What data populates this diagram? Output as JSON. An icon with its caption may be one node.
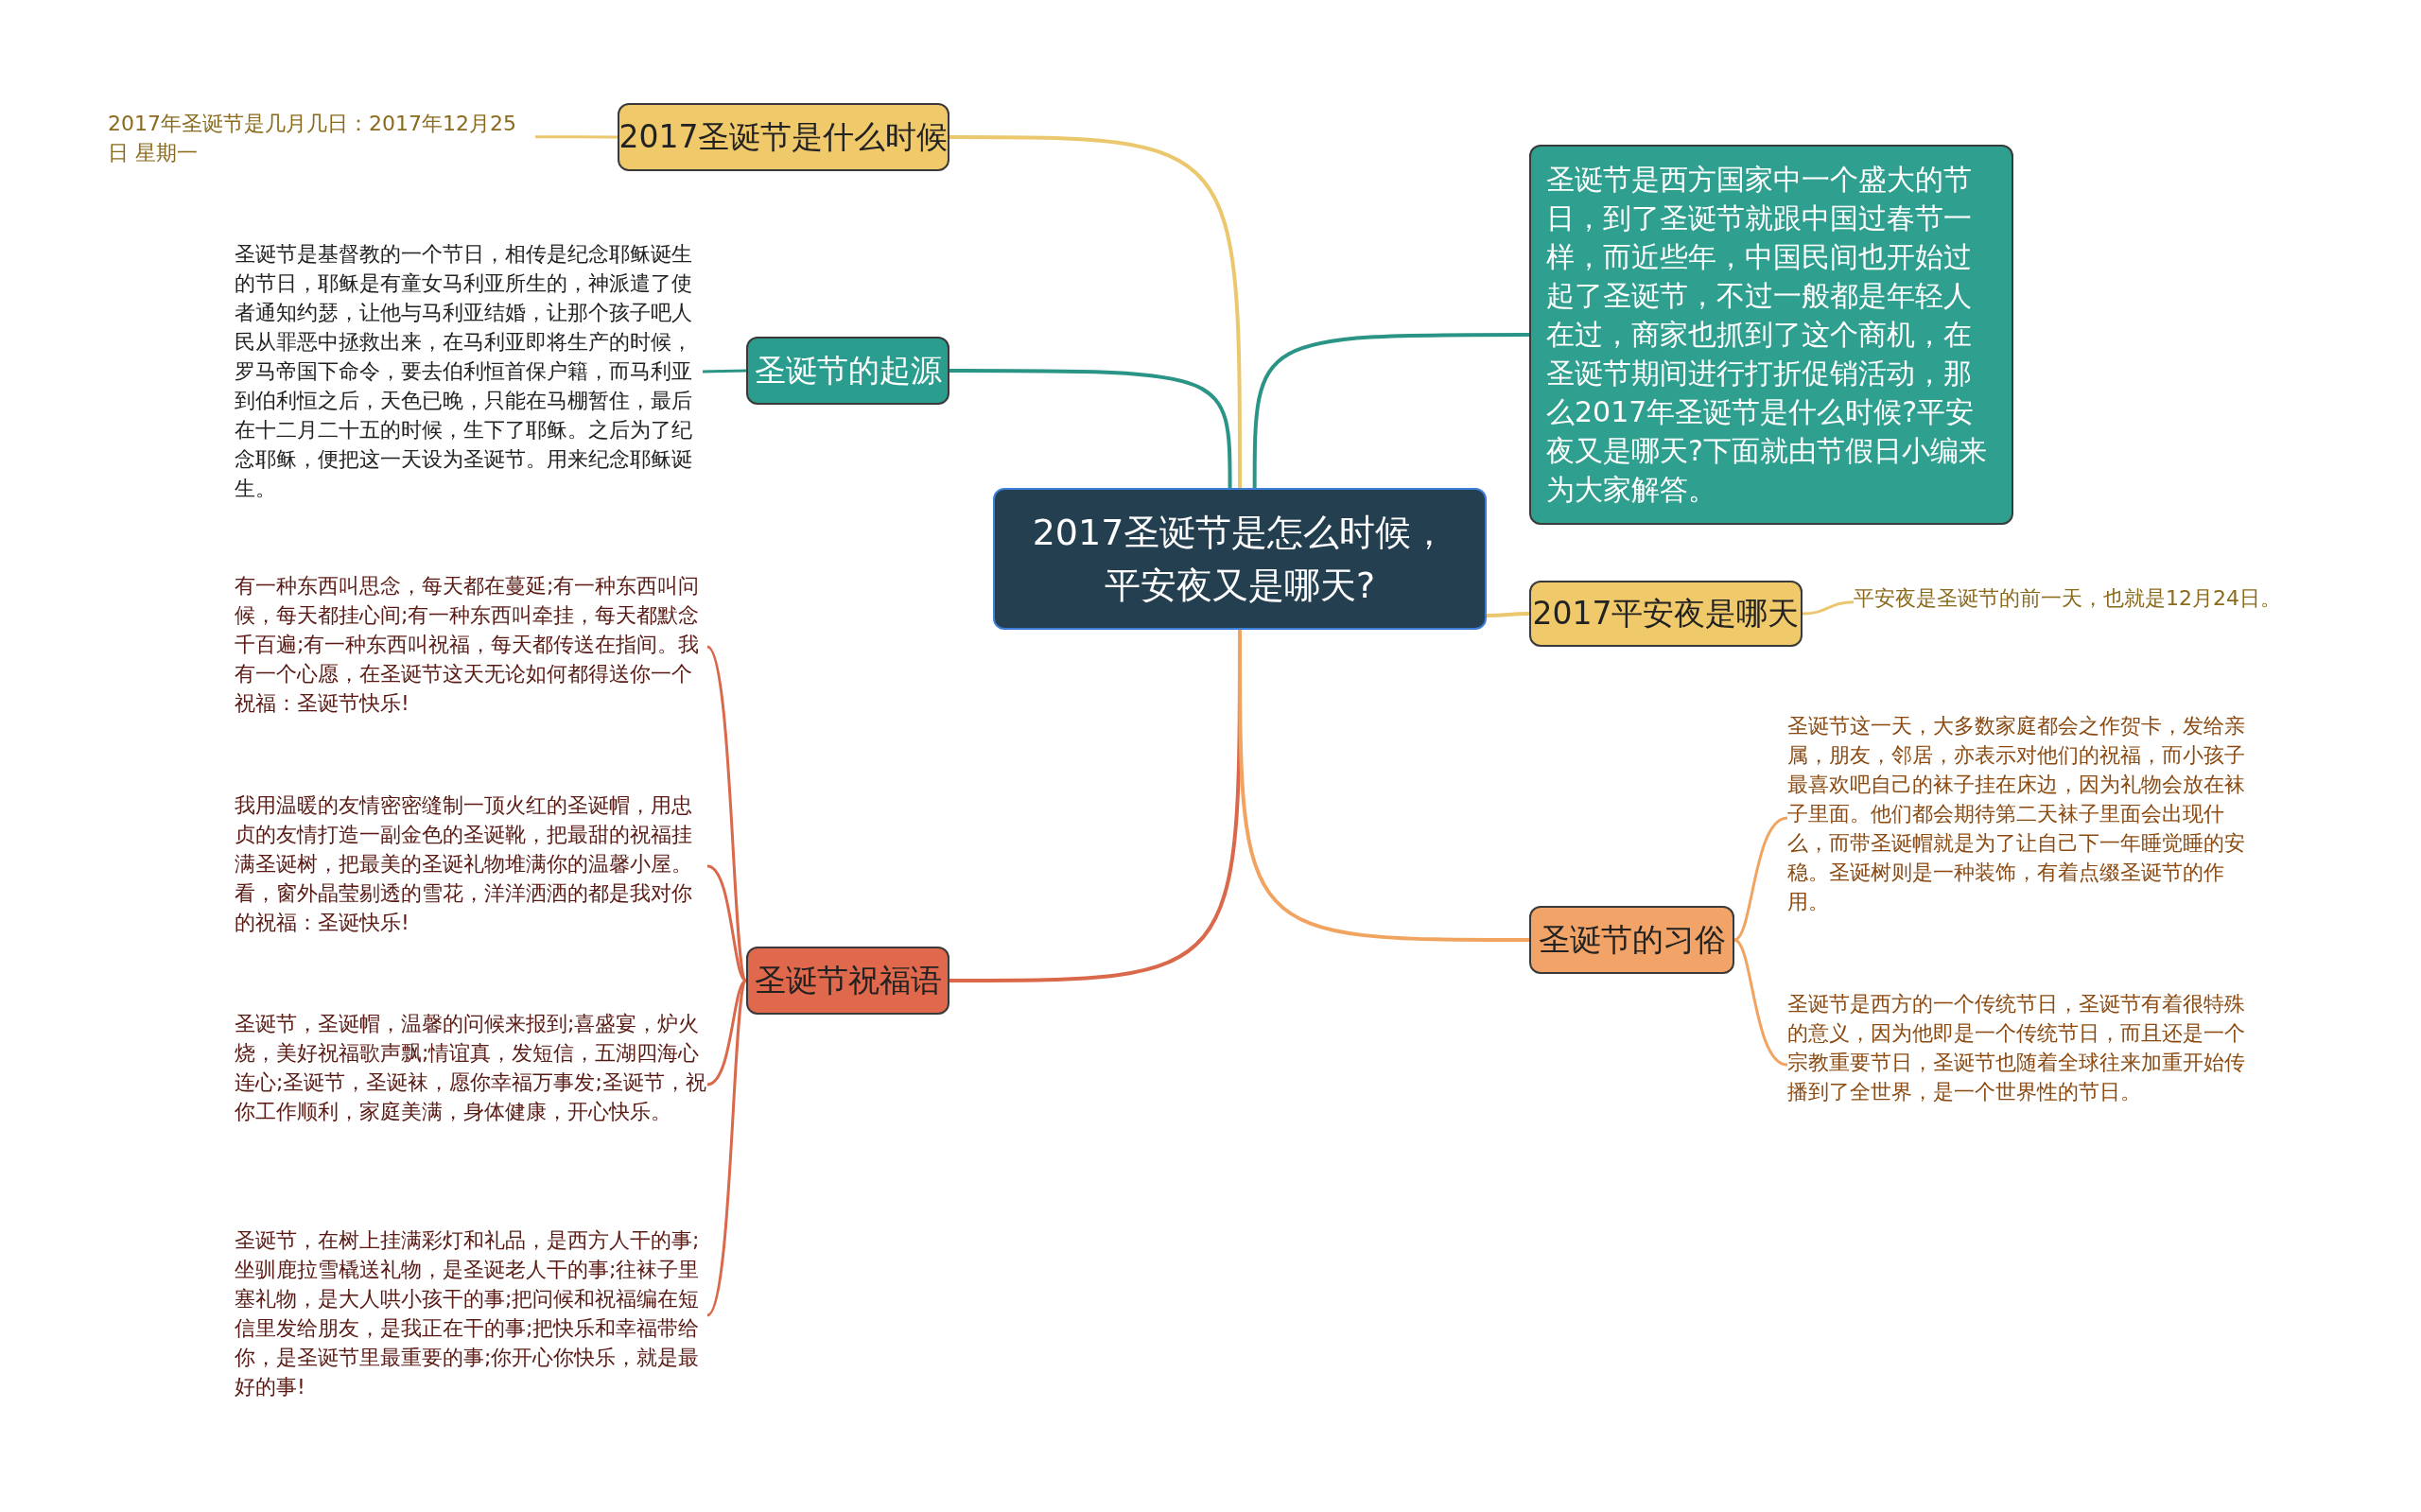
{
  "diagram": {
    "nodes": [
      {
        "text": [
          "2017圣诞节是怎么时候，平安夜又是哪天?"
        ]
      },
      {
        "text": [
          "2017圣诞节是什么时候"
        ]
      },
      {
        "text": [
          "2017年圣诞节是几月几日：2017年12月25日 星期一"
        ]
      },
      {
        "text": [
          "圣诞节的起源"
        ]
      },
      {
        "text": [
          "圣诞节是基督教的一个节日，相传是纪念耶稣诞生的节日，耶稣是有童女马利亚所生的，神派遣了使者通知约瑟，让他与马利亚结婚，让那个孩子吧人民从罪恶中拯救出来，在马利亚即将生产的时候，罗马帝国下命令，要去伯利恒首保户籍，而马利亚到伯利恒之后，天色已晚，只能在马棚暂住，最后在十二月二十五的时候，生下了耶稣。之后为了纪念耶稣，便把这一天设为圣诞节。用来纪念耶稣诞生。"
        ]
      },
      {
        "text": [
          "圣诞节祝福语"
        ]
      },
      {
        "text": [
          "有一种东西叫思念，每天都在蔓延;有一种东西叫问候，每天都挂心间;有一种东西叫牵挂，每天都默念千百遍;有一种东西叫祝福，每天都传送在指间。我有一个心愿，在圣诞节这天无论如何都得送你一个祝福：圣诞节快乐!"
        ]
      },
      {
        "text": [
          "我用温暖的友情密密缝制一顶火红的圣诞帽，用忠贞的友情打造一副金色的圣诞靴，把最甜的祝福挂满圣诞树，把最美的圣诞礼物堆满你的温馨小屋。看，窗外晶莹剔透的雪花，洋洋洒洒的都是我对你的祝福：圣诞快乐!"
        ]
      },
      {
        "text": [
          "圣诞节，圣诞帽，温馨的问候来报到;喜盛宴，炉火烧，美好祝福歌声飘;情谊真，发短信，五湖四海心连心;圣诞节，圣诞袜，愿你幸福万事发;圣诞节，祝你工作顺利，家庭美满，身体健康，开心快乐。"
        ]
      },
      {
        "text": [
          "圣诞节，在树上挂满彩灯和礼品，是西方人干的事;坐驯鹿拉雪橇送礼物，是圣诞老人干的事;往袜子里塞礼物，是大人哄小孩干的事;把问候和祝福编在短信里发给朋友，是我正在干的事;把快乐和幸福带给你，是圣诞节里最重要的事;你开心你快乐，就是最好的事!"
        ]
      },
      {
        "text": [
          "圣诞节是西方国家中一个盛大的节日，到了圣诞节就跟中国过春节一样，而近些年，中国民间也开始过起了圣诞节，不过一般都是年轻人在过，商家也抓到了这个商机，在圣诞节期间进行打折促销活动，那么2017年圣诞节是什么时候?平安夜又是哪天?下面就由节假日小编来为大家解答。"
        ]
      },
      {
        "text": [
          "2017平安夜是哪天"
        ]
      },
      {
        "text": [
          "平安夜是圣诞节的前一天，也就是12月24日。"
        ]
      },
      {
        "text": [
          "圣诞节的习俗"
        ]
      },
      {
        "text": [
          "圣诞节这一天，大多数家庭都会之作贺卡，发给亲属，朋友，邻居，亦表示对他们的祝福，而小孩子最喜欢吧自己的袜子挂在床边，因为礼物会放在袜子里面。他们都会期待第二天袜子里面会出现什么，而带圣诞帽就是为了让自己下一年睡觉睡的安稳。圣诞树则是一种装饰，有着点缀圣诞节的作用。"
        ]
      },
      {
        "text": [
          "圣诞节是西方的一个传统节日，圣诞节有着很特殊的意义，因为他即是一个传统节日，而且还是一个宗教重要节日，圣诞节也随着全球往来加重开始传播到了全世界，是一个世界性的节日。"
        ]
      }
    ],
    "edges": [
      {
        "from": 0,
        "to": 1,
        "arrow": "none",
        "color": "#ebc86e"
      },
      {
        "from": 1,
        "to": 2,
        "arrow": "none",
        "color": "#ebc86e"
      },
      {
        "from": 0,
        "to": 3,
        "arrow": "none",
        "color": "#2a9486"
      },
      {
        "from": 3,
        "to": 4,
        "arrow": "none",
        "color": "#2a9486"
      },
      {
        "from": 0,
        "to": 5,
        "arrow": "none",
        "color": "#d9694a"
      },
      {
        "from": 5,
        "to": 6,
        "arrow": "none",
        "color": "#d9694a"
      },
      {
        "from": 5,
        "to": 7,
        "arrow": "none",
        "color": "#d9694a"
      },
      {
        "from": 5,
        "to": 8,
        "arrow": "none",
        "color": "#d9694a"
      },
      {
        "from": 5,
        "to": 9,
        "arrow": "none",
        "color": "#d9694a"
      },
      {
        "from": 0,
        "to": 10,
        "arrow": "none",
        "color": "#2a9486"
      },
      {
        "from": 0,
        "to": 11,
        "arrow": "none",
        "color": "#ebc86e"
      },
      {
        "from": 11,
        "to": 12,
        "arrow": "none",
        "color": "#ebc86e"
      },
      {
        "from": 0,
        "to": 13,
        "arrow": "none",
        "color": "#f0a460"
      },
      {
        "from": 13,
        "to": 14,
        "arrow": "none",
        "color": "#f0a460"
      },
      {
        "from": 13,
        "to": 15,
        "arrow": "none",
        "color": "#f0a460"
      }
    ]
  }
}
